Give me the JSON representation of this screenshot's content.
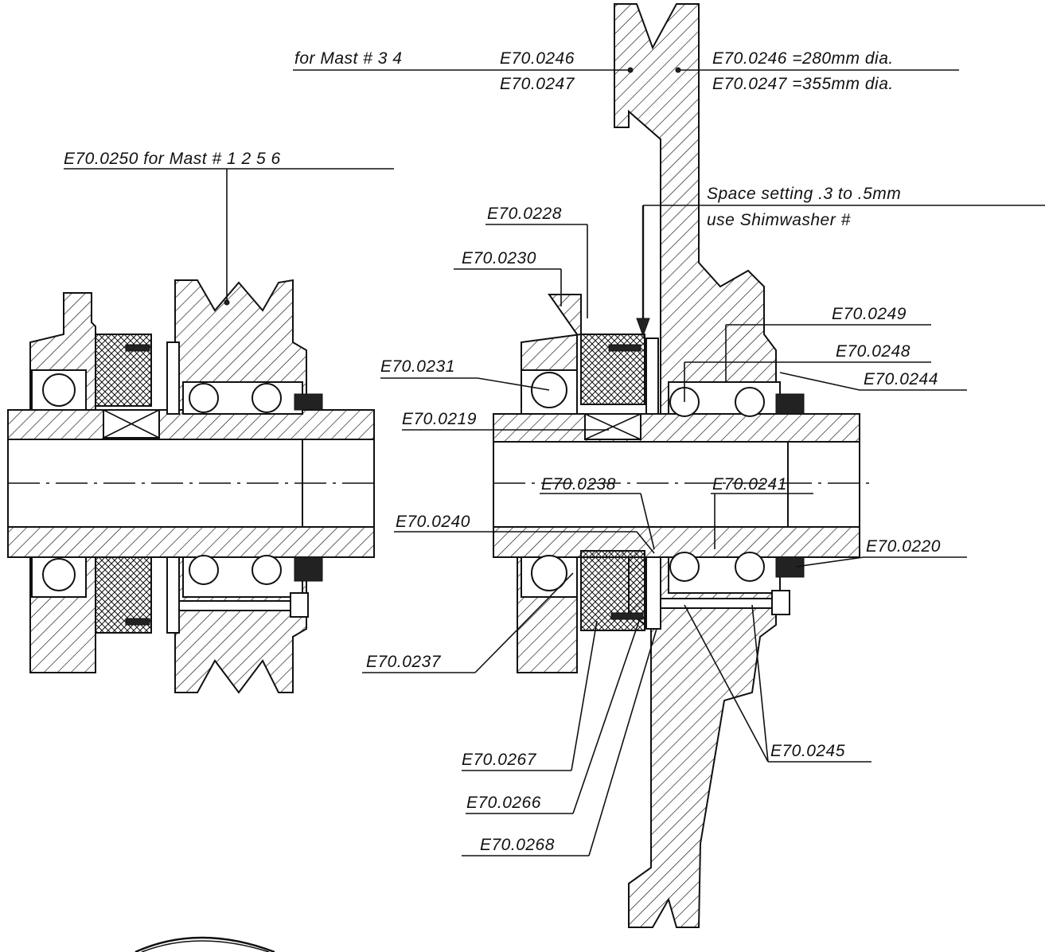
{
  "labels": {
    "mast34": "for Mast # 3 4",
    "e0246_top": "E70.0246",
    "e0247_top": "E70.0247",
    "dia_0246": "E70.0246 =280mm dia.",
    "dia_0247": "E70.0247 =355mm dia.",
    "e0250": "E70.0250  for  Mast # 1 2  5 6",
    "space1": "Space setting .3 to .5mm",
    "space2": "use Shimwasher #",
    "e0228": "E70.0228",
    "e0230": "E70.0230",
    "e0249": "E70.0249",
    "e0248": "E70.0248",
    "e0231": "E70.0231",
    "e0244": "E70.0244",
    "e0219": "E70.0219",
    "e0238": "E70.0238",
    "e0241": "E70.0241",
    "e0240": "E70.0240",
    "e0220": "E70.0220",
    "e0237": "E70.0237",
    "e0267": "E70.0267",
    "e0245": "E70.0245",
    "e0266": "E70.0266",
    "e0268": "E70.0268"
  }
}
